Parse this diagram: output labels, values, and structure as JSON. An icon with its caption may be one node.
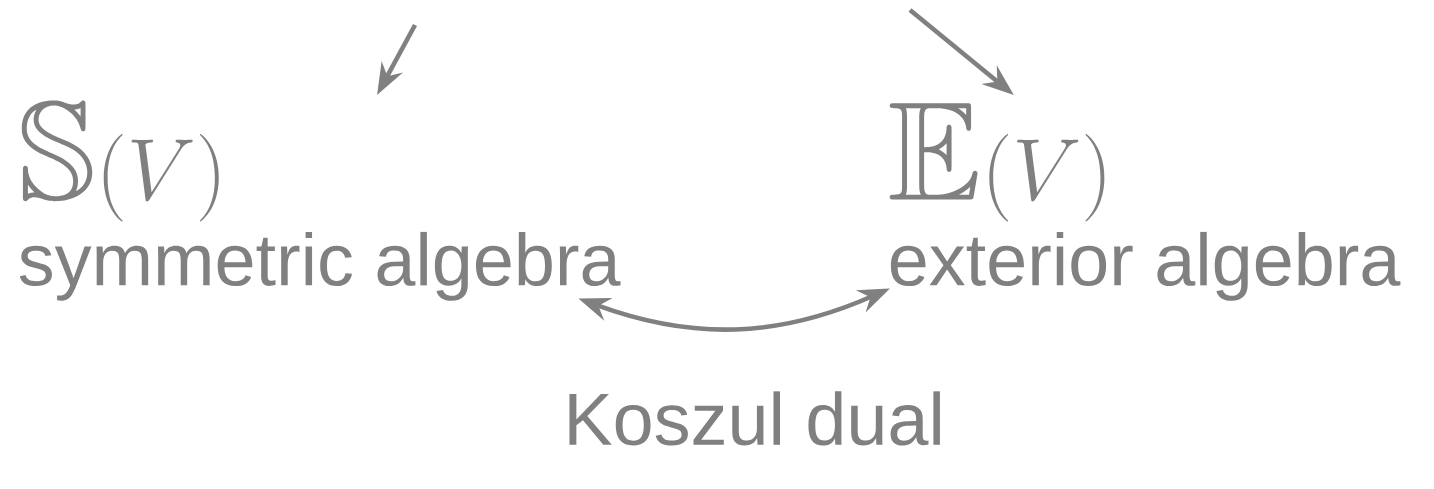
{
  "diagram": {
    "nodes": [
      {
        "text": [
          "\\mathbb{S}(V)",
          "symmetric algebra"
        ]
      },
      {
        "text": [
          "\\mathbb{E}(V)",
          "exterior algebra"
        ]
      }
    ],
    "edges": [
      {
        "from": null,
        "to": 0,
        "arrow": "to"
      },
      {
        "from": null,
        "to": 1,
        "arrow": "to"
      },
      {
        "from": 0,
        "to": 1,
        "arrow": "both",
        "label": "Koszul dual"
      }
    ]
  }
}
